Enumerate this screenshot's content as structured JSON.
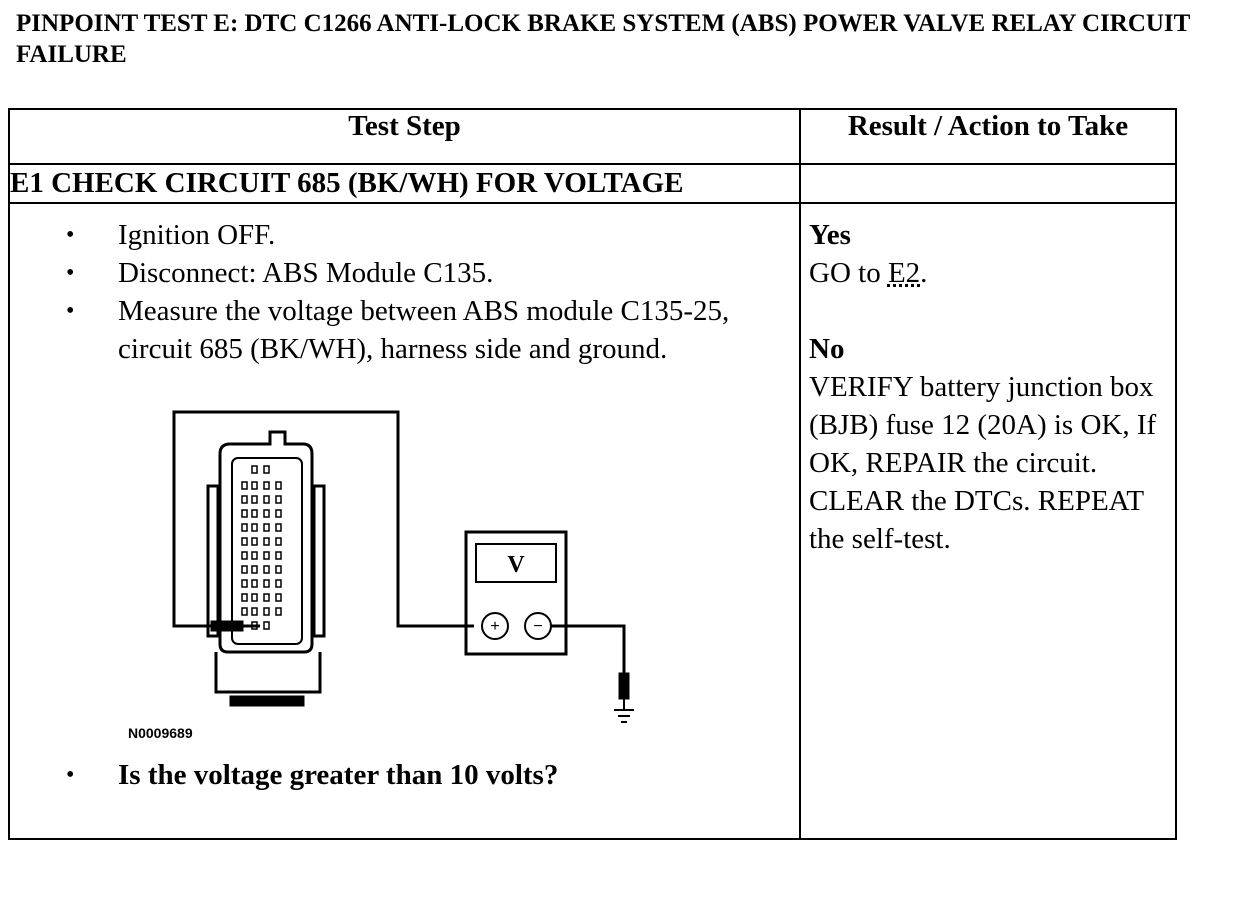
{
  "document": {
    "title": "PINPOINT TEST E: DTC C1266 ANTI-LOCK BRAKE SYSTEM (ABS) POWER VALVE RELAY CIRCUIT FAILURE",
    "headers": {
      "test_step": "Test Step",
      "result": "Result / Action to Take"
    },
    "step": {
      "heading": "E1 CHECK CIRCUIT 685 (BK/WH) FOR VOLTAGE",
      "bullets": [
        "Ignition OFF.",
        "Disconnect: ABS Module C135.",
        "Measure the voltage between ABS module C135-25, circuit 685 (BK/WH), harness side and ground."
      ],
      "figure_id": "N0009689",
      "meter_label": "V",
      "question": "Is the voltage greater than 10 volts?"
    },
    "result": {
      "yes_label": "Yes",
      "yes_go": "GO to ",
      "yes_link": "E2",
      "yes_end": ".",
      "no_label": "No",
      "no_text": "VERIFY battery junction box (BJB) fuse 12 (20A) is OK, If OK, REPAIR the circuit. CLEAR the DTCs. REPEAT the self-test."
    }
  }
}
